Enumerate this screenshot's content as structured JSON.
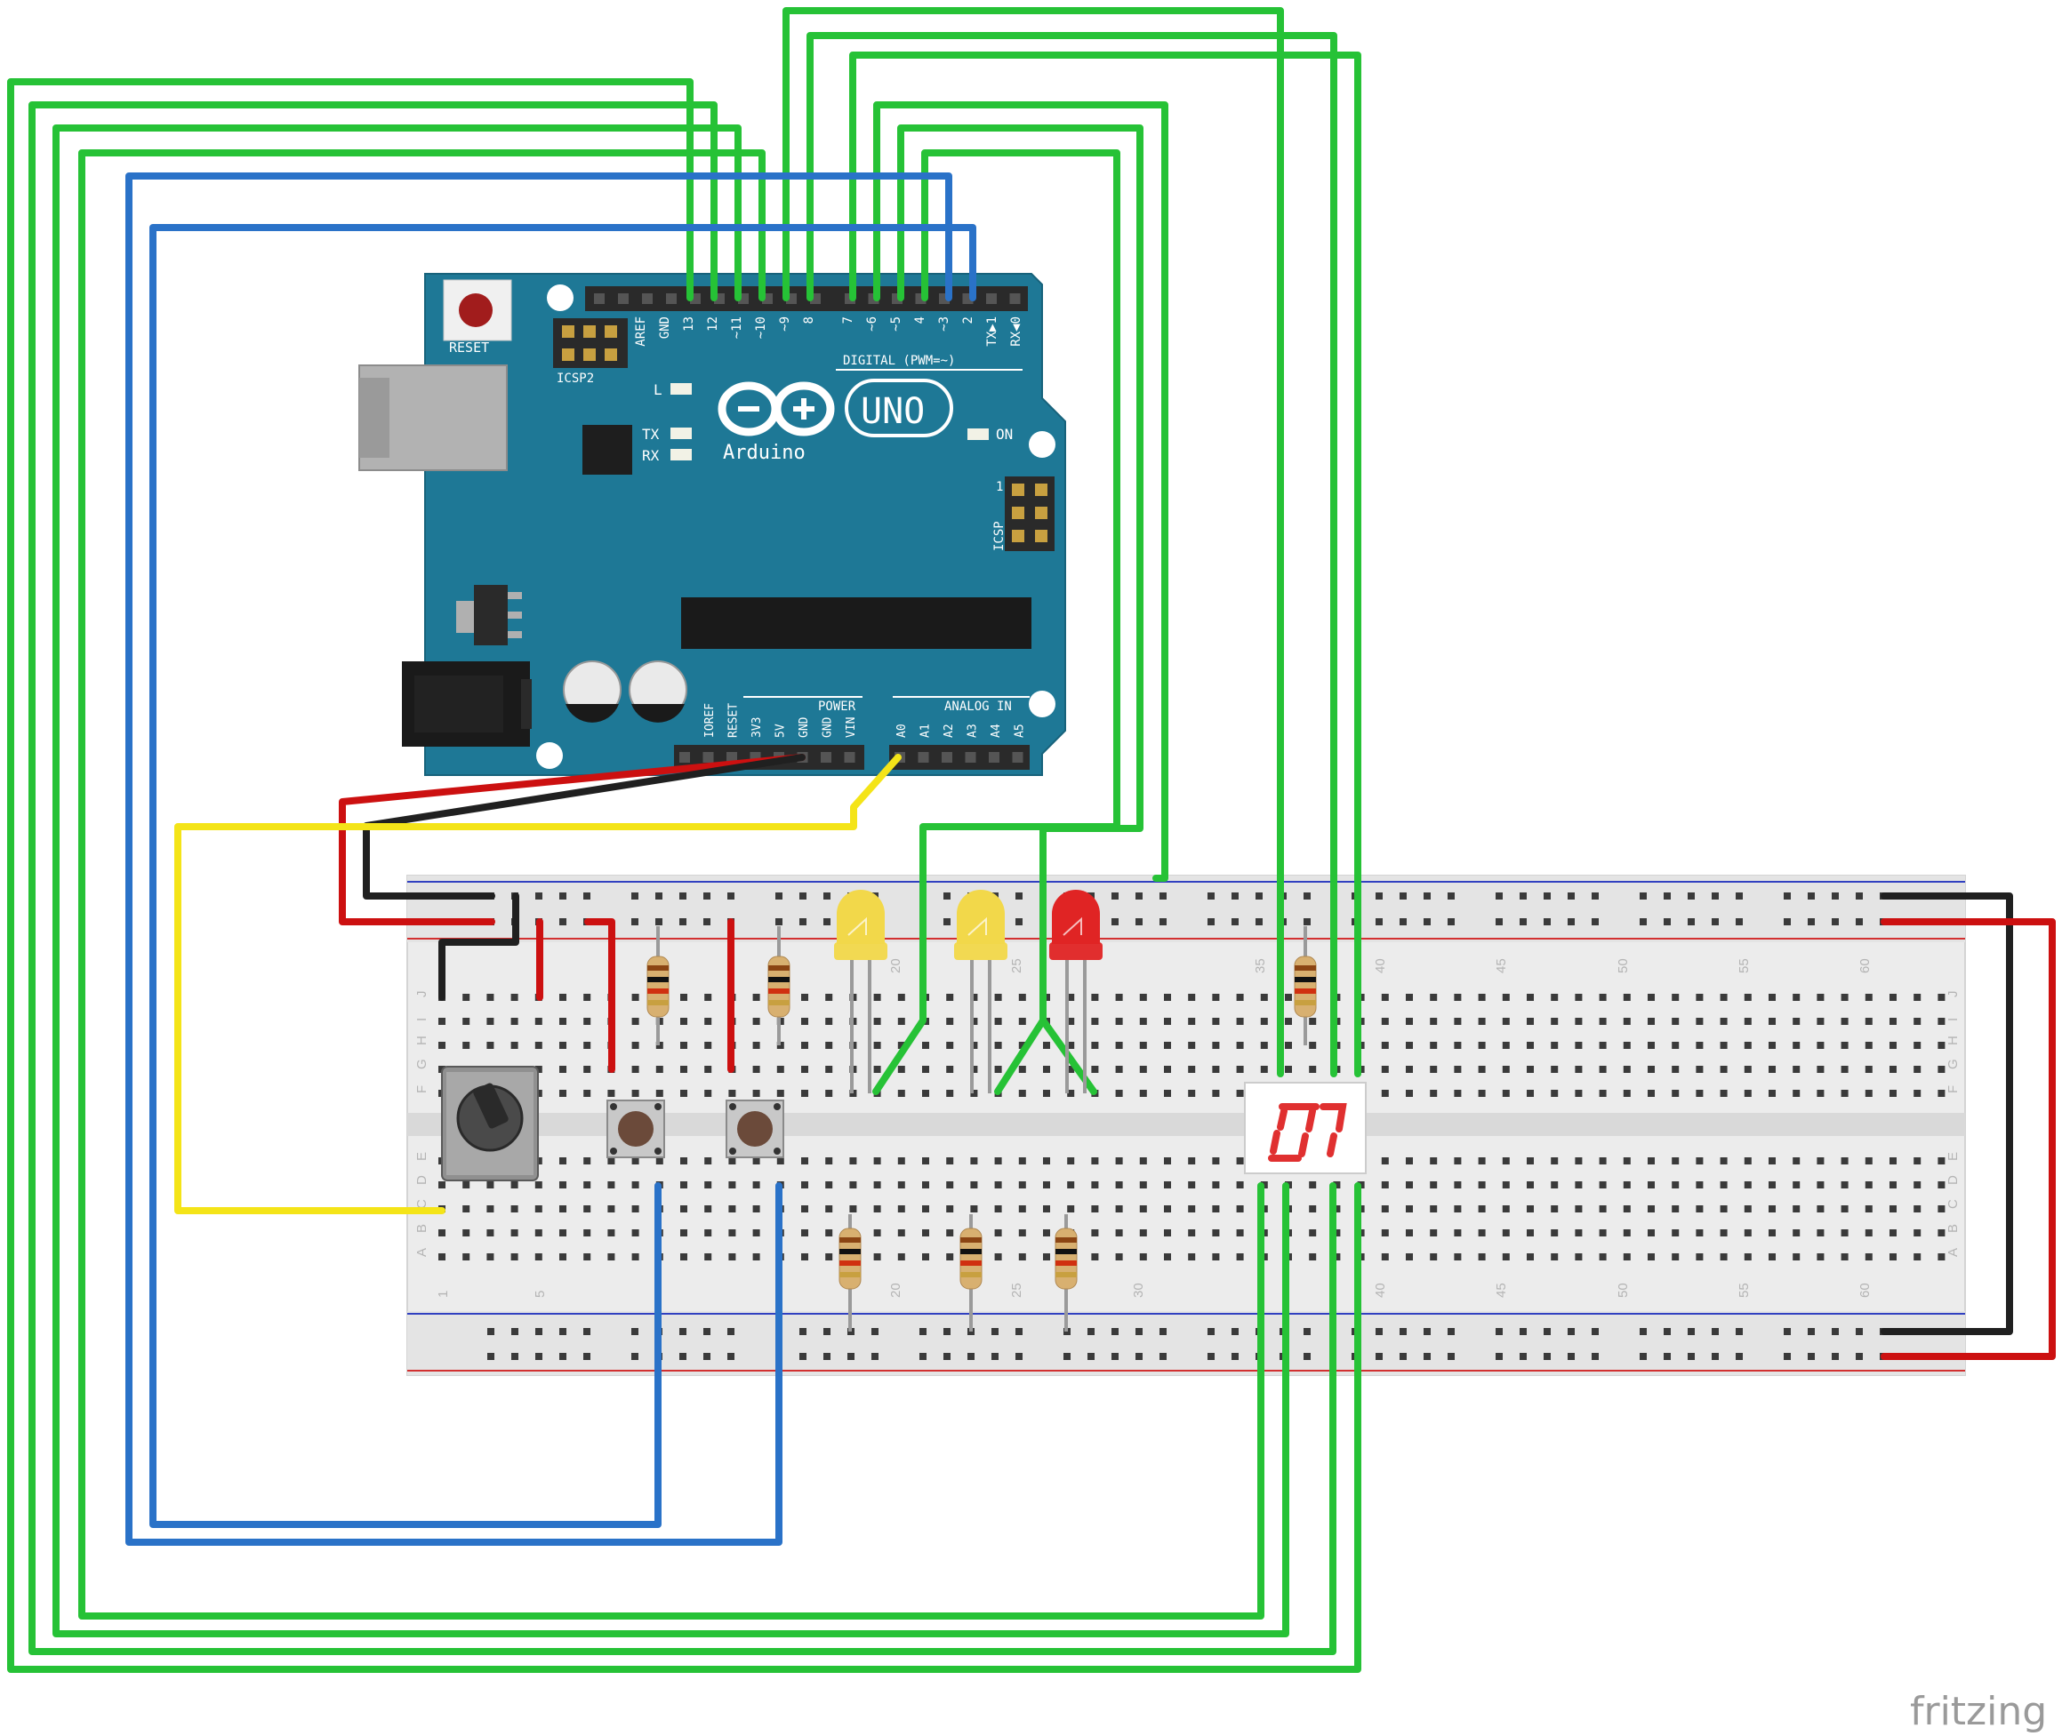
{
  "arduino": {
    "logo": "Arduino",
    "model": "UNO",
    "reset_label": "RESET",
    "icsp2_label": "ICSP2",
    "icsp_label": "ICSP",
    "led_l": "L",
    "led_tx": "TX",
    "led_rx": "RX",
    "led_on": "ON",
    "digital_label": "DIGITAL (PWM=~)",
    "power_label": "POWER",
    "analog_label": "ANALOG IN",
    "icsp_pin1": "1",
    "digital_pins": [
      "AREF",
      "GND",
      "13",
      "12",
      "~11",
      "~10",
      "~9",
      "8",
      "7",
      "~6",
      "~5",
      "4",
      "~3",
      "2",
      "TX▶1",
      "RX◀0"
    ],
    "power_pins": [
      "IOREF",
      "RESET",
      "3V3",
      "5V",
      "GND",
      "GND",
      "VIN"
    ],
    "analog_pins": [
      "A0",
      "A1",
      "A2",
      "A3",
      "A4",
      "A5"
    ]
  },
  "breadboard": {
    "rows_top": [
      "J",
      "I",
      "H",
      "G",
      "F"
    ],
    "rows_bottom": [
      "E",
      "D",
      "C",
      "B",
      "A"
    ],
    "column_numbers_top": [
      "20",
      "25",
      "35",
      "40",
      "45",
      "50",
      "55",
      "60"
    ],
    "column_numbers_bottom": [
      "1",
      "5",
      "20",
      "25",
      "30",
      "40",
      "45",
      "50",
      "55",
      "60"
    ]
  },
  "components": {
    "leds": [
      {
        "color_name": "yellow",
        "color": "#f2d84a"
      },
      {
        "color_name": "yellow",
        "color": "#f2d84a"
      },
      {
        "color_name": "red",
        "color": "#e02424"
      }
    ],
    "buttons": 2,
    "resistors": 6,
    "potentiometer": 1,
    "seven_segment_display": 1
  },
  "colors": {
    "arduino_board": "#1e7896",
    "wire_green": "#26c236",
    "wire_blue": "#2a72c8",
    "wire_red": "#cc1010",
    "wire_black": "#202020",
    "wire_yellow": "#f4e418",
    "rail_red": "#d23030",
    "rail_blue": "#3040c0"
  },
  "watermark": "fritzing"
}
